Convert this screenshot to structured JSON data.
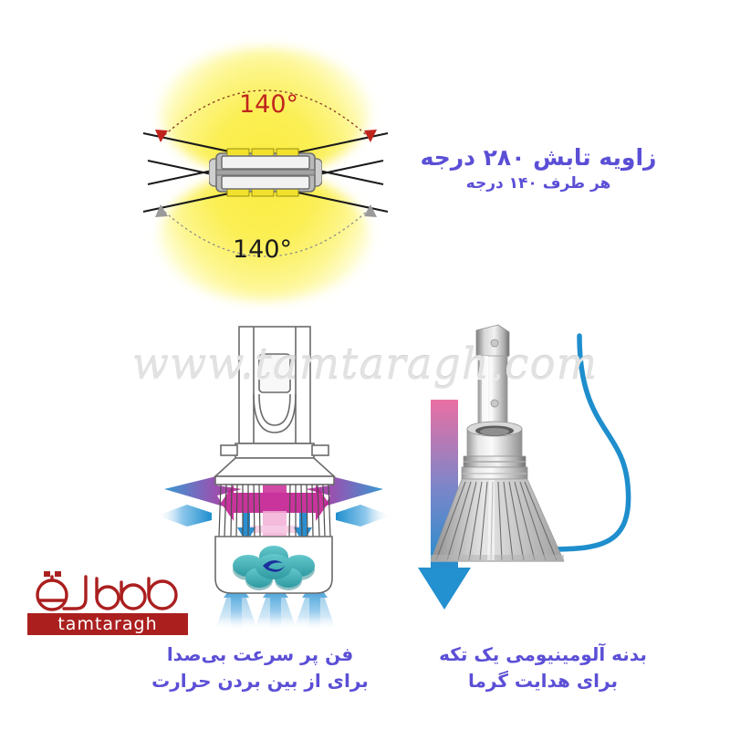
{
  "page": {
    "background": "#ffffff",
    "watermark": "www.tamtaragh.com"
  },
  "beam_panel": {
    "name": "beam-angle-diagram",
    "top_angle_label": "140°",
    "bottom_angle_label": "140°",
    "top_angle_color": "#c0251d",
    "bottom_angle_color": "#1b1b1b",
    "glow_color": "#fbec3e",
    "caption": {
      "line1": "زاویه تابش ۲۸۰ درجه",
      "line2": "هر طرف ۱۴۰ درجه",
      "color": "#5b4fd6"
    }
  },
  "fan_bulb": {
    "name": "cooling-fan-bulb-diagram",
    "heat_arrow_color": "#c2188f",
    "cool_arrow_color": "#1f8ecd",
    "fan_color": "#45b6bc",
    "caption": {
      "line1": "فن پر سرعت بی‌صدا",
      "line2": "برای از بین بردن حرارت",
      "color": "#5b4fd6"
    }
  },
  "alu_bulb": {
    "name": "aluminium-body-bulb-diagram",
    "gradient_arrow_from": "#e8699f",
    "gradient_arrow_to": "#1f8ecd",
    "outline_color": "#1f8ecd",
    "caption": {
      "line1": "بدنه آلومینیومی یک تکه",
      "line2": "برای هدایت گرما",
      "color": "#5b4fd6"
    }
  },
  "logo": {
    "name": "tamtaragh-logo",
    "script_text": "تمتراق",
    "wordmark": "tamtaragh",
    "color": "#ab1f1f"
  }
}
